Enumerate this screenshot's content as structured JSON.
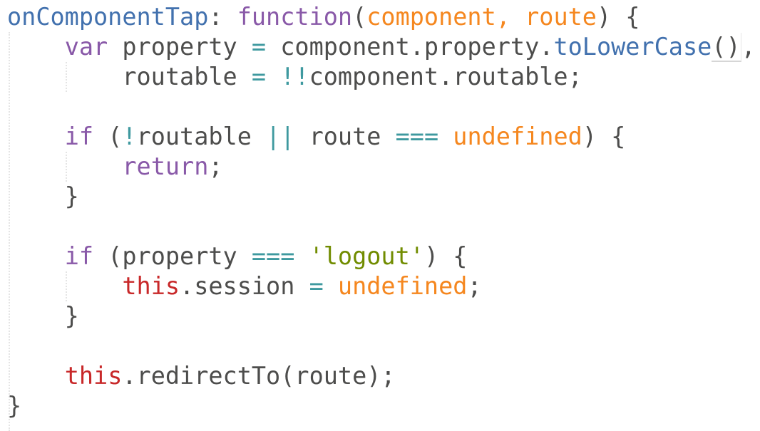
{
  "colors": {
    "plain": "#4d4d4c",
    "blue": "#4271ae",
    "purple": "#8959a8",
    "orange": "#f5871f",
    "teal": "#3e999f",
    "red": "#c82829",
    "green": "#718c00"
  },
  "code_lines": [
    [
      [
        "onComponentTap",
        "blue"
      ],
      [
        ": ",
        "plain"
      ],
      [
        "function",
        "purple"
      ],
      [
        "(",
        "plain"
      ],
      [
        "component, route",
        "orange"
      ],
      [
        ") {",
        "plain"
      ]
    ],
    [
      [
        "    ",
        "plain"
      ],
      [
        "var",
        "purple"
      ],
      [
        " property ",
        "plain"
      ],
      [
        "=",
        "teal"
      ],
      [
        " component.property.",
        "plain"
      ],
      [
        "toLowerCase",
        "blue"
      ],
      [
        "()",
        "plain",
        "hl"
      ],
      [
        ",",
        "plain"
      ]
    ],
    [
      [
        "        routable ",
        "plain"
      ],
      [
        "=",
        "teal"
      ],
      [
        " ",
        "plain"
      ],
      [
        "!!",
        "teal"
      ],
      [
        "component.routable;",
        "plain"
      ]
    ],
    [],
    [
      [
        "    ",
        "plain"
      ],
      [
        "if",
        "purple"
      ],
      [
        " (",
        "plain"
      ],
      [
        "!",
        "teal"
      ],
      [
        "routable ",
        "plain"
      ],
      [
        "||",
        "teal"
      ],
      [
        " route ",
        "plain"
      ],
      [
        "===",
        "teal"
      ],
      [
        " ",
        "plain"
      ],
      [
        "undefined",
        "orange"
      ],
      [
        ") {",
        "plain"
      ]
    ],
    [
      [
        "        ",
        "plain"
      ],
      [
        "return",
        "purple"
      ],
      [
        ";",
        "plain"
      ]
    ],
    [
      [
        "    }",
        "plain"
      ]
    ],
    [],
    [
      [
        "    ",
        "plain"
      ],
      [
        "if",
        "purple"
      ],
      [
        " (property ",
        "plain"
      ],
      [
        "===",
        "teal"
      ],
      [
        " ",
        "plain"
      ],
      [
        "'logout'",
        "green"
      ],
      [
        ") {",
        "plain"
      ]
    ],
    [
      [
        "        ",
        "plain"
      ],
      [
        "this",
        "red"
      ],
      [
        ".session ",
        "plain"
      ],
      [
        "=",
        "teal"
      ],
      [
        " ",
        "plain"
      ],
      [
        "undefined",
        "orange"
      ],
      [
        ";",
        "plain"
      ]
    ],
    [
      [
        "    }",
        "plain"
      ]
    ],
    [],
    [
      [
        "    ",
        "plain"
      ],
      [
        "this",
        "red"
      ],
      [
        ".redirectTo(route);",
        "plain"
      ]
    ],
    [
      [
        "}",
        "plain"
      ]
    ]
  ]
}
